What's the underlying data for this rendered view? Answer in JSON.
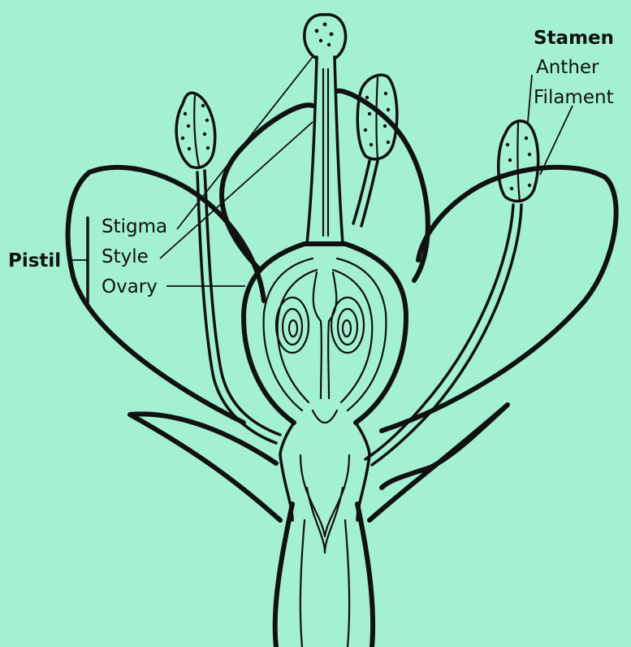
{
  "diagram": {
    "labels": {
      "stamen": "Stamen",
      "anther": "Anther",
      "filament": "Filament",
      "pistil": "Pistil",
      "stigma": "Stigma",
      "style": "Style",
      "ovary": "Ovary"
    },
    "colors": {
      "background": "#a4f0d2",
      "ink": "#111111"
    }
  }
}
